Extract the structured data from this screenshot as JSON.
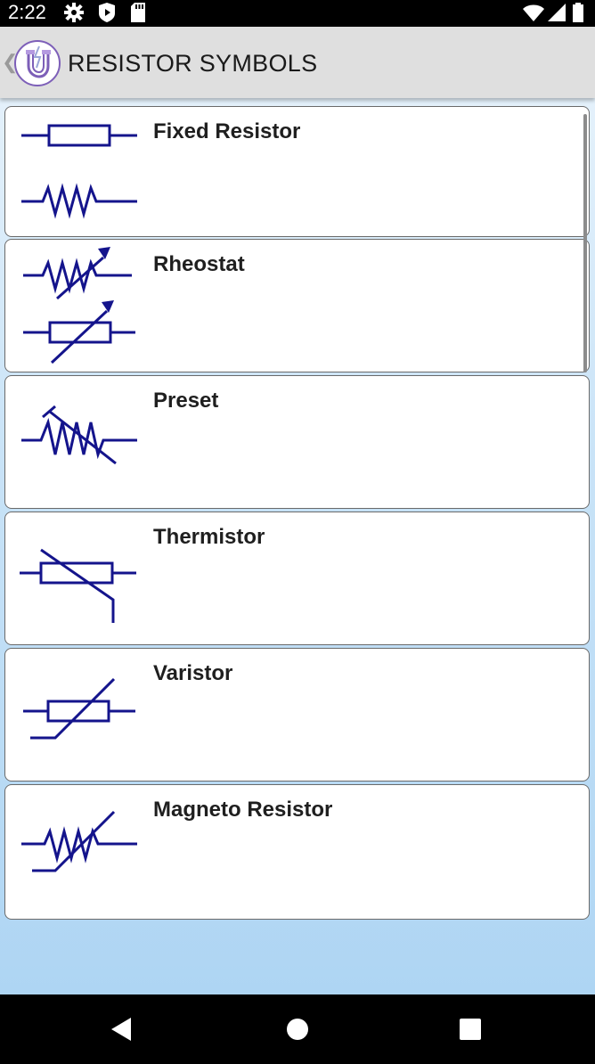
{
  "status_bar": {
    "time": "2:22",
    "icons": [
      "gear-icon",
      "shield-play-icon",
      "sd-card-icon",
      "wifi-icon",
      "signal-icon",
      "battery-icon"
    ]
  },
  "app_bar": {
    "title": "RESISTOR SYMBOLS",
    "back_glyph": "❮",
    "logo_icon": "magnet-logo-icon"
  },
  "cards": [
    {
      "title": "Fixed Resistor",
      "symbol_icon": "fixed-resistor-symbol-icon"
    },
    {
      "title": "Rheostat",
      "symbol_icon": "rheostat-symbol-icon"
    },
    {
      "title": "Preset",
      "symbol_icon": "preset-symbol-icon"
    },
    {
      "title": "Thermistor",
      "symbol_icon": "thermistor-symbol-icon"
    },
    {
      "title": "Varistor",
      "symbol_icon": "varistor-symbol-icon"
    },
    {
      "title": "Magneto Resistor",
      "symbol_icon": "magneto-resistor-symbol-icon"
    }
  ],
  "nav_bar": {
    "back": "nav-back-icon",
    "home": "nav-home-icon",
    "recents": "nav-recents-icon"
  },
  "colors": {
    "symbol_stroke": "#14148c",
    "app_bar": "#dfdfdf",
    "logo_purple": "#7d5fb8"
  }
}
